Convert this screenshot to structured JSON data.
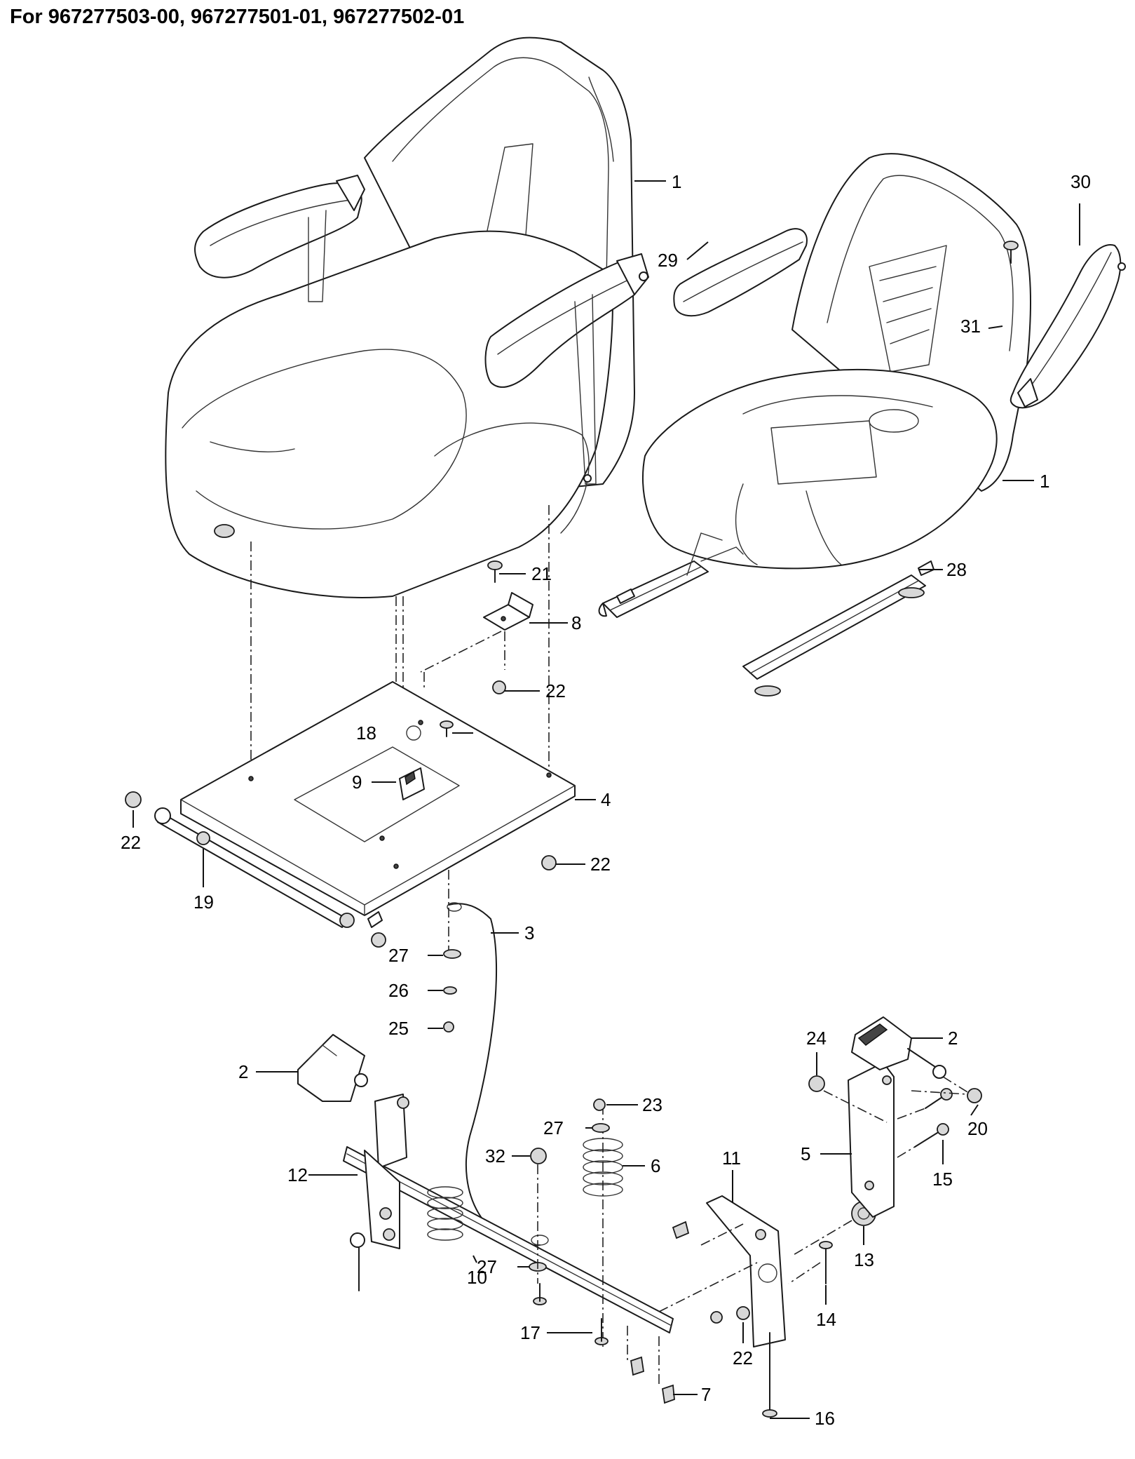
{
  "title": "For 967277503-00, 967277501-01, 967277502-01",
  "callouts": {
    "c1a": "1",
    "c1b": "1",
    "c2a": "2",
    "c2b": "2",
    "c3": "3",
    "c4": "4",
    "c5": "5",
    "c6": "6",
    "c7": "7",
    "c8": "8",
    "c9": "9",
    "c10": "10",
    "c11": "11",
    "c12": "12",
    "c13": "13",
    "c14": "14",
    "c15": "15",
    "c16": "16",
    "c17": "17",
    "c18": "18",
    "c19": "19",
    "c20": "20",
    "c21": "21",
    "c22a": "22",
    "c22b": "22",
    "c22c": "22",
    "c22d": "22",
    "c23": "23",
    "c24": "24",
    "c25": "25",
    "c26": "26",
    "c27a": "27",
    "c27b": "27",
    "c27c": "27",
    "c28": "28",
    "c29": "29",
    "c30": "30",
    "c31": "31",
    "c32": "32"
  }
}
